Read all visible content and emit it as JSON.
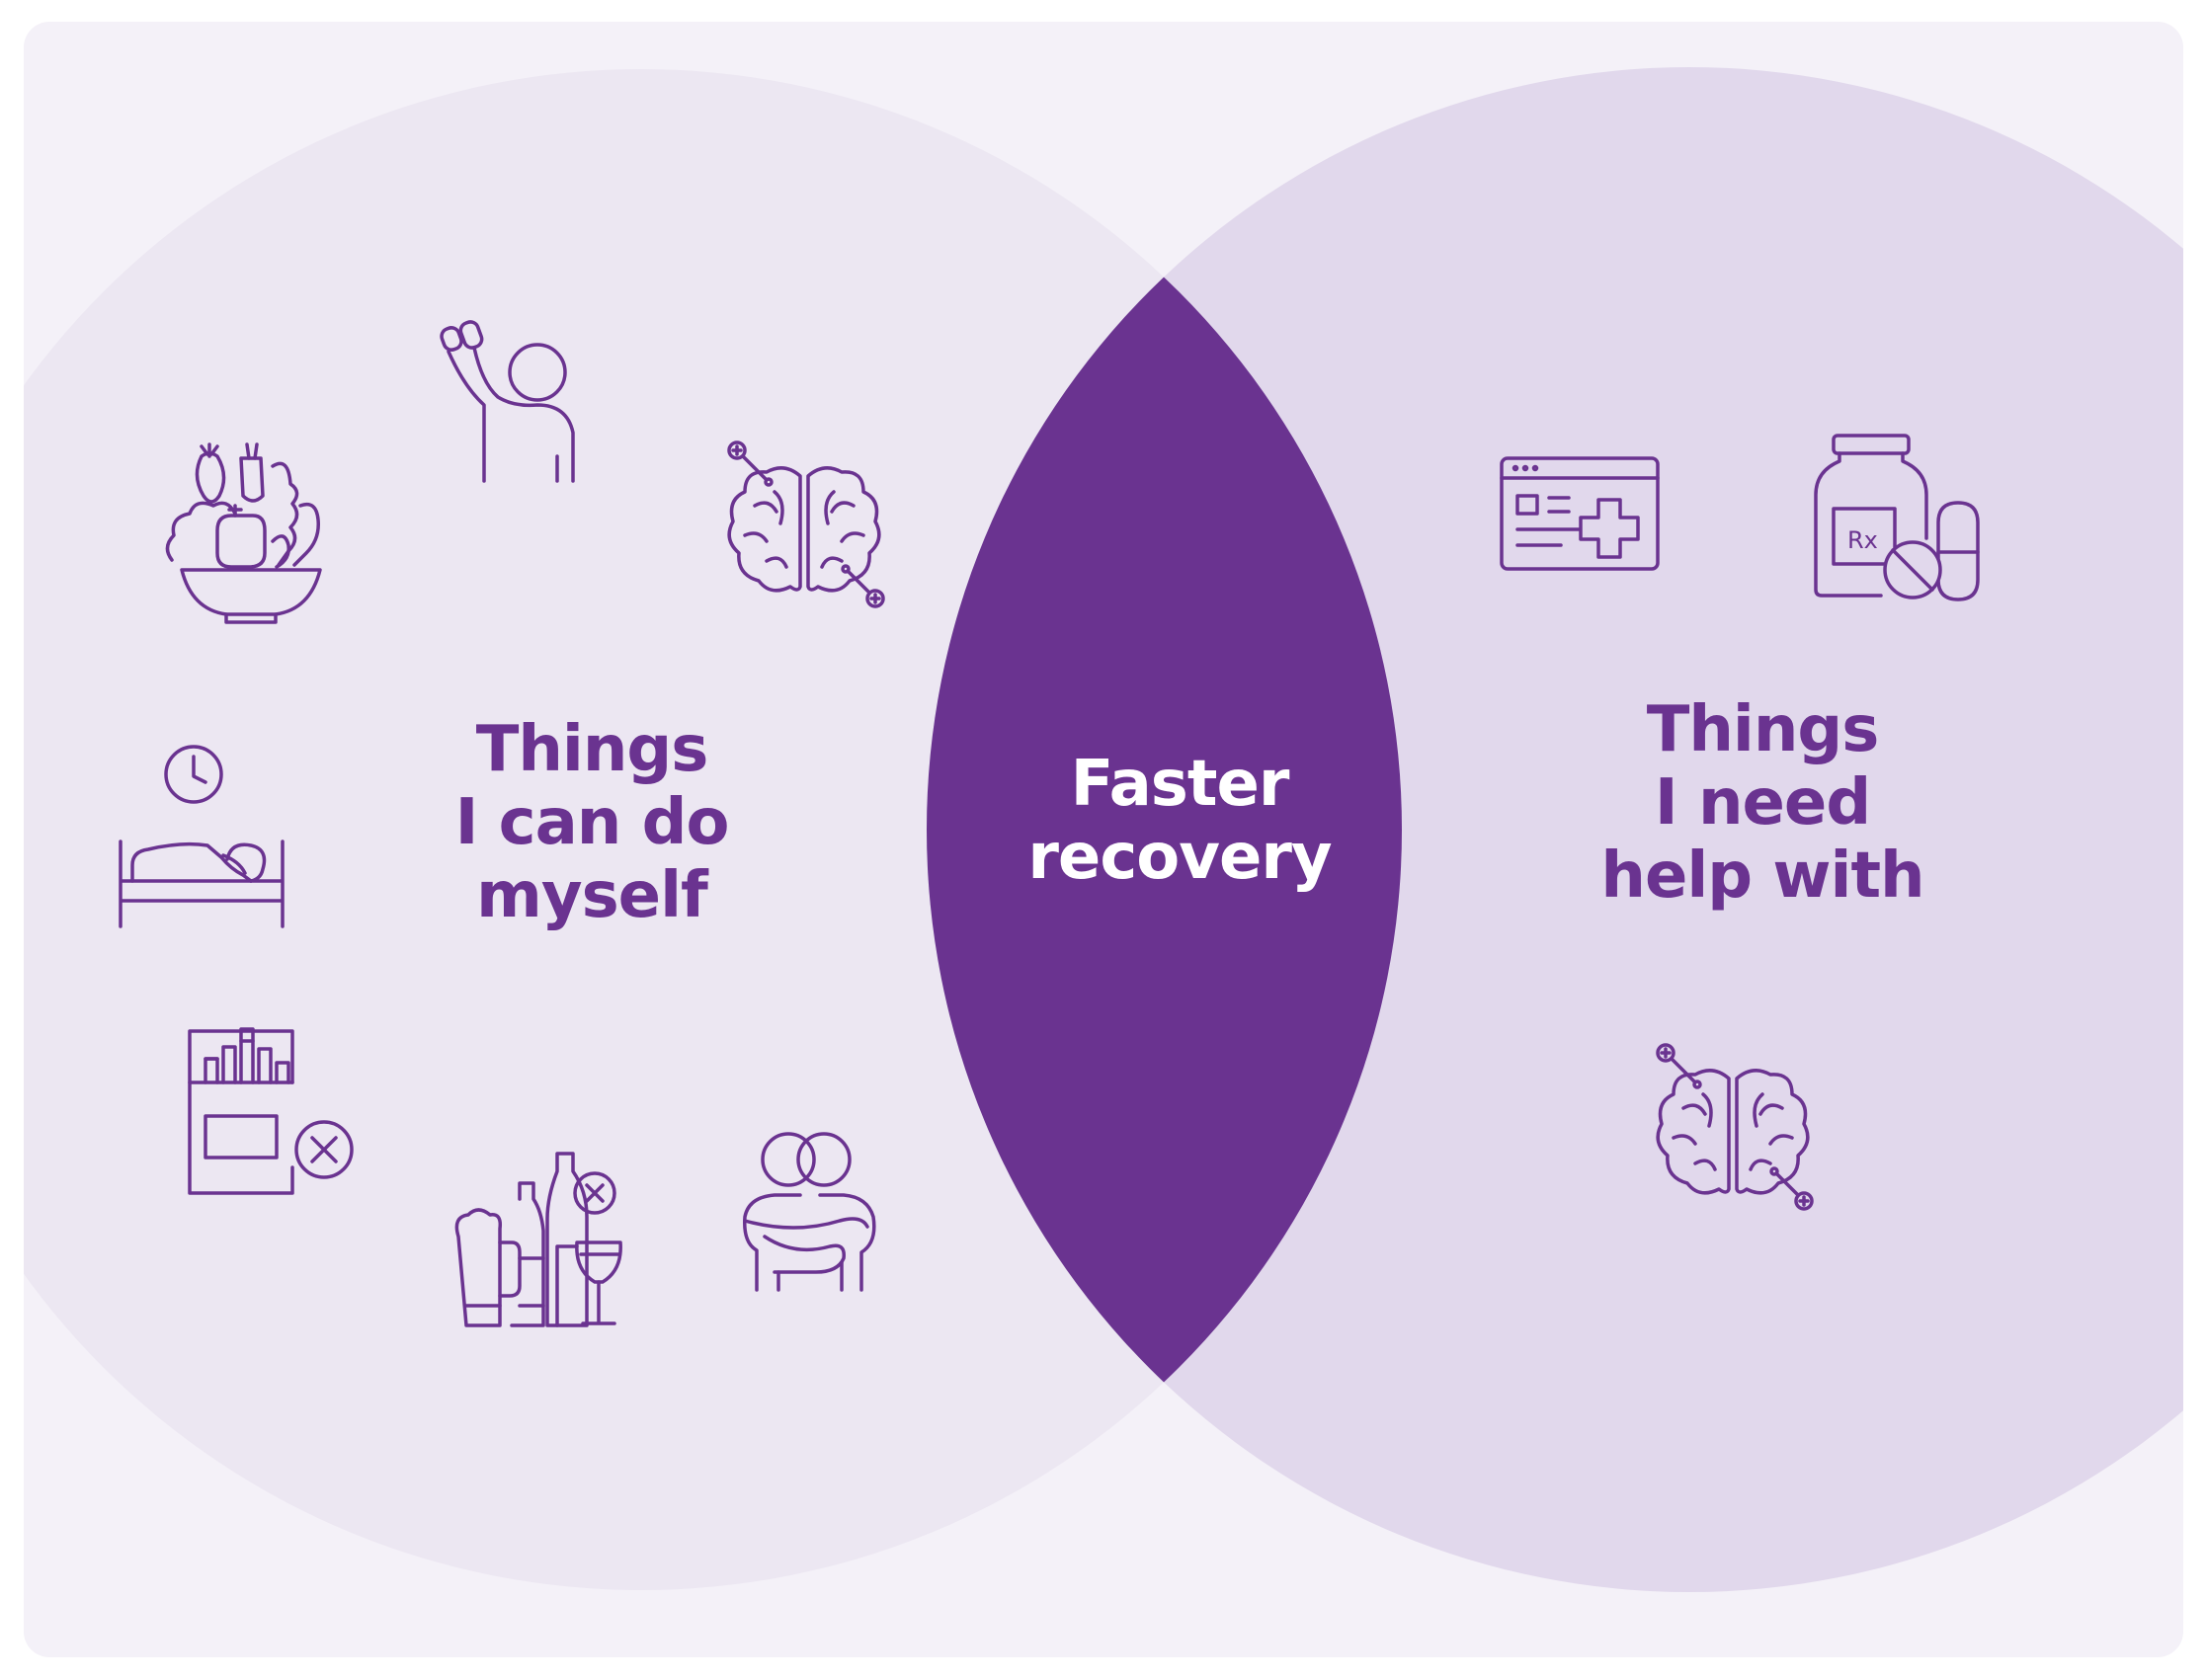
{
  "diagram": {
    "colors": {
      "background": "#f4f1f8",
      "left_circle": "#ece7f2",
      "right_circle": "#e1d8ec",
      "overlap": "#6a3390",
      "text_primary": "#6a3390",
      "text_overlap": "#ffffff",
      "icon_stroke": "#6a3390"
    },
    "left": {
      "label_lines": [
        "Things",
        "I can do",
        "myself"
      ],
      "icons": [
        "salad-bowl-icon",
        "exercise-dumbbell-icon",
        "brain-health-icon",
        "sleep-bed-clock-icon",
        "quit-smoking-icon",
        "no-alcohol-icon",
        "hug-support-icon"
      ]
    },
    "overlap": {
      "label_lines": [
        "Faster",
        "recovery"
      ]
    },
    "right": {
      "label_lines": [
        "Things",
        "I need",
        "help with"
      ],
      "icons": [
        "medical-record-icon",
        "prescription-medication-icon",
        "brain-health-icon"
      ],
      "rx_text": "Rx"
    }
  }
}
